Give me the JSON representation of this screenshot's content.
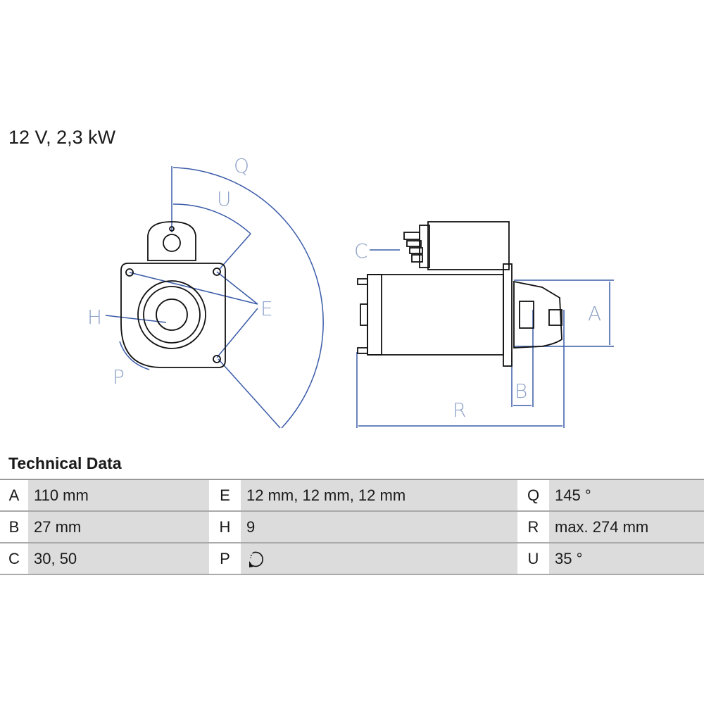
{
  "header": {
    "title": "12 V, 2,3 kW"
  },
  "drawing": {
    "labels": {
      "Q": "Q",
      "U": "U",
      "E": "E",
      "H": "H",
      "P": "P",
      "C": "C",
      "A": "A",
      "B": "B",
      "R": "R"
    },
    "line_color": "#3a5ba8"
  },
  "technical_data": {
    "title": "Technical Data",
    "rows": [
      [
        {
          "key": "A",
          "value": "110 mm"
        },
        {
          "key": "E",
          "value": "12 mm, 12 mm, 12 mm"
        },
        {
          "key": "Q",
          "value": "145 °"
        }
      ],
      [
        {
          "key": "B",
          "value": "27 mm"
        },
        {
          "key": "H",
          "value": "9"
        },
        {
          "key": "R",
          "value": "max. 274 mm"
        }
      ],
      [
        {
          "key": "C",
          "value": "30, 50"
        },
        {
          "key": "P",
          "value": "",
          "icon": "clockwise-rotation-icon"
        },
        {
          "key": "U",
          "value": "35 °"
        }
      ]
    ]
  }
}
